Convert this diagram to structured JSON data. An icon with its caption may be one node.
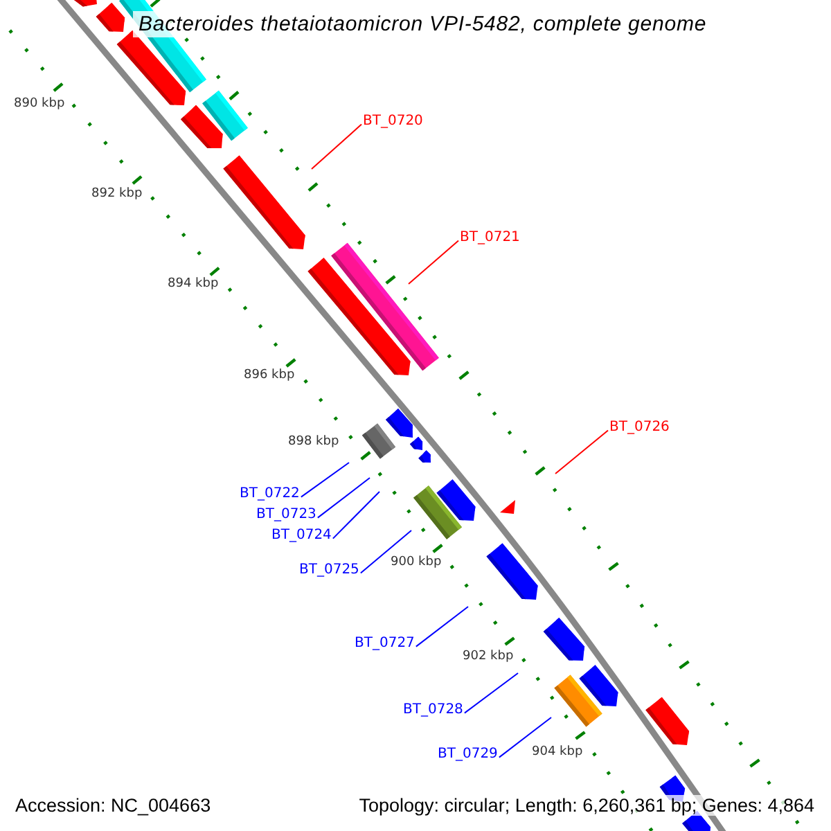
{
  "diagram": {
    "title": "Bacteroides thetaiotaomicron VPI-5482, complete genome",
    "nodes": [
      {
        "text": [
          "BT_0720"
        ]
      },
      {
        "text": [
          "BT_0721"
        ]
      },
      {
        "text": [
          "BT_0726"
        ]
      },
      {
        "text": [
          "BT_0722"
        ]
      },
      {
        "text": [
          "BT_0723"
        ]
      },
      {
        "text": [
          "BT_0724"
        ]
      },
      {
        "text": [
          "BT_0725"
        ]
      },
      {
        "text": [
          "BT_0727"
        ]
      },
      {
        "text": [
          "BT_0728"
        ]
      },
      {
        "text": [
          "BT_0729"
        ]
      }
    ],
    "edges": [
      {
        "from": 0,
        "to": null,
        "arrow": "none",
        "color": "#ff0000"
      },
      {
        "from": 1,
        "to": null,
        "arrow": "none",
        "color": "#ff0000"
      },
      {
        "from": 2,
        "to": null,
        "arrow": "none",
        "color": "#ff0000"
      },
      {
        "from": 3,
        "to": null,
        "arrow": "none"
      },
      {
        "from": 4,
        "to": null,
        "arrow": "none"
      },
      {
        "from": 5,
        "to": null,
        "arrow": "none"
      },
      {
        "from": 6,
        "to": null,
        "arrow": "none"
      },
      {
        "from": 7,
        "to": null,
        "arrow": "none"
      },
      {
        "from": 8,
        "to": null,
        "arrow": "none"
      },
      {
        "from": 9,
        "to": null,
        "arrow": "none"
      }
    ],
    "labels": [
      "890 kbp",
      "892 kbp",
      "894 kbp",
      "896 kbp",
      "898 kbp",
      "900 kbp",
      "902 kbp",
      "904 kbp",
      "Accession: NC_004663",
      "Topology: circular; Length: 6,260,361 bp; Genes: 4,864"
    ]
  }
}
